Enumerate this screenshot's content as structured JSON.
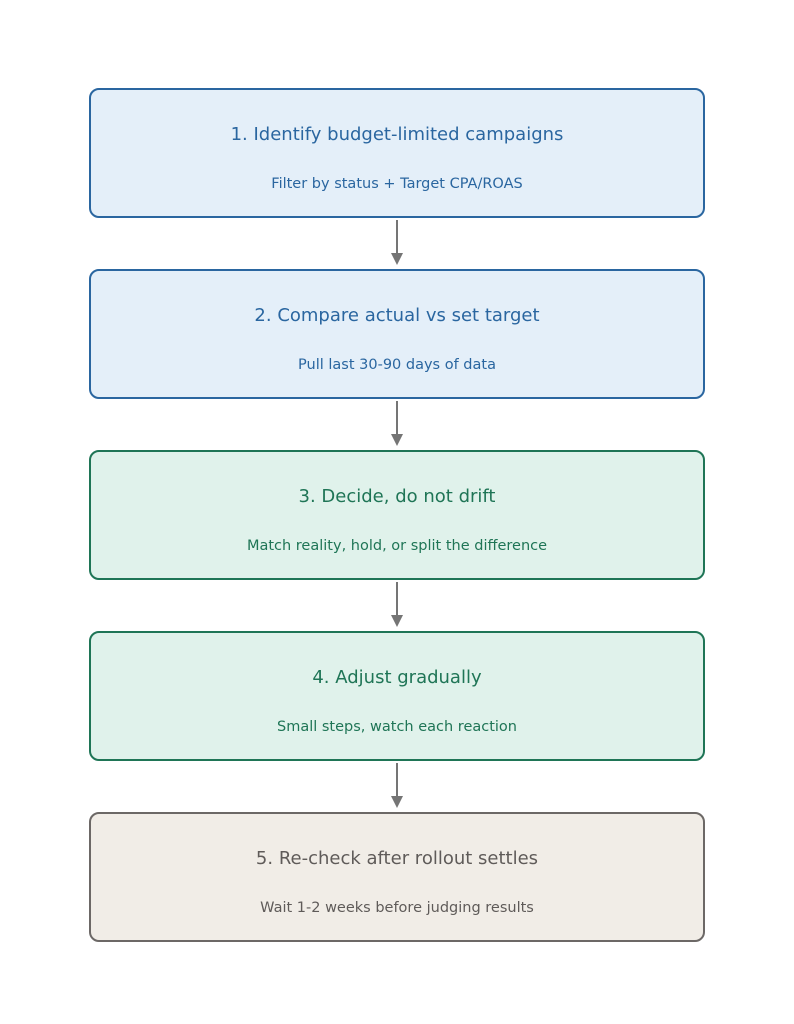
{
  "steps": [
    {
      "title": "1. Identify budget-limited campaigns",
      "subtitle": "Filter by status + Target CPA/ROAS"
    },
    {
      "title": "2. Compare actual vs set target",
      "subtitle": "Pull last 30-90 days of data"
    },
    {
      "title": "3. Decide, do not drift",
      "subtitle": "Match reality, hold, or split the difference"
    },
    {
      "title": "4. Adjust gradually",
      "subtitle": "Small steps, watch each reaction"
    },
    {
      "title": "5. Re-check after rollout settles",
      "subtitle": "Wait 1-2 weeks before judging results"
    }
  ],
  "colors": {
    "blue_fill": "#e4eff9",
    "blue_stroke": "#2a66a0",
    "green_fill": "#e0f2eb",
    "green_stroke": "#1f7556",
    "grey_fill": "#f1ede7",
    "grey_stroke": "#6c6866",
    "arrow": "#757575"
  }
}
